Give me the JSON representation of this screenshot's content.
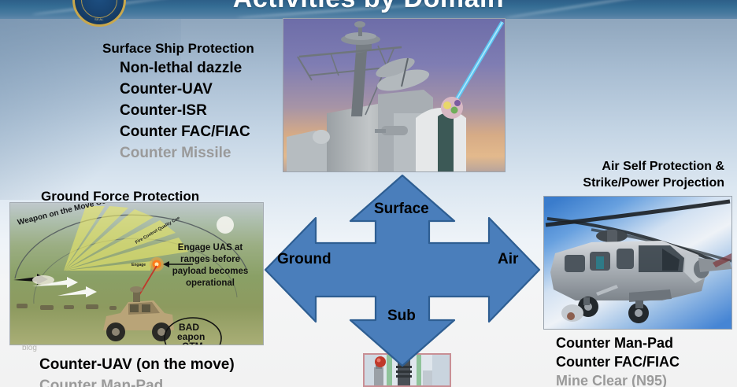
{
  "slide": {
    "title": "Activities by Domain",
    "seal_label": "SEAL"
  },
  "surface": {
    "heading": "Surface Ship Protection",
    "items": [
      {
        "label": "Non-lethal dazzle",
        "dim": false
      },
      {
        "label": "Counter-UAV",
        "dim": false
      },
      {
        "label": "Counter-ISR",
        "dim": false
      },
      {
        "label": "Counter FAC/FIAC",
        "dim": false
      },
      {
        "label": "Counter Missile",
        "dim": true
      }
    ]
  },
  "ground": {
    "heading": "Ground  Force Protection",
    "items": [
      {
        "label": "Counter-UAV (on the move)",
        "dim": false
      },
      {
        "label": "Counter Man-Pad",
        "dim": true
      }
    ],
    "image_annotations": {
      "coverage": "Weapon on the Move Coverage",
      "cue": "Fire Control Quality Cue",
      "engage": "Engage",
      "callout": "Engage UAS at ranges before payload becomes operational",
      "weapon_label": "BAD Weapon OTM",
      "watermark": "blog"
    }
  },
  "air": {
    "heading_line1": "Air Self Protection &",
    "heading_line2": "Strike/Power Projection",
    "items": [
      {
        "label": "Counter Man-Pad",
        "dim": false
      },
      {
        "label": "Counter FAC/FIAC",
        "dim": false
      },
      {
        "label": "Mine Clear (N95)",
        "dim": true
      }
    ]
  },
  "arrows": {
    "fill": "#4A7EBB",
    "stroke": "#2E5E92",
    "labels": {
      "surface": "Surface",
      "ground": "Ground",
      "air": "Air",
      "sub": "Sub"
    }
  },
  "colors": {
    "sky_top": "#2D5F88",
    "body_bottom": "#F2F2F2",
    "dim_text": "#9A9A9A",
    "laser_beam": "#5BC8F5"
  }
}
